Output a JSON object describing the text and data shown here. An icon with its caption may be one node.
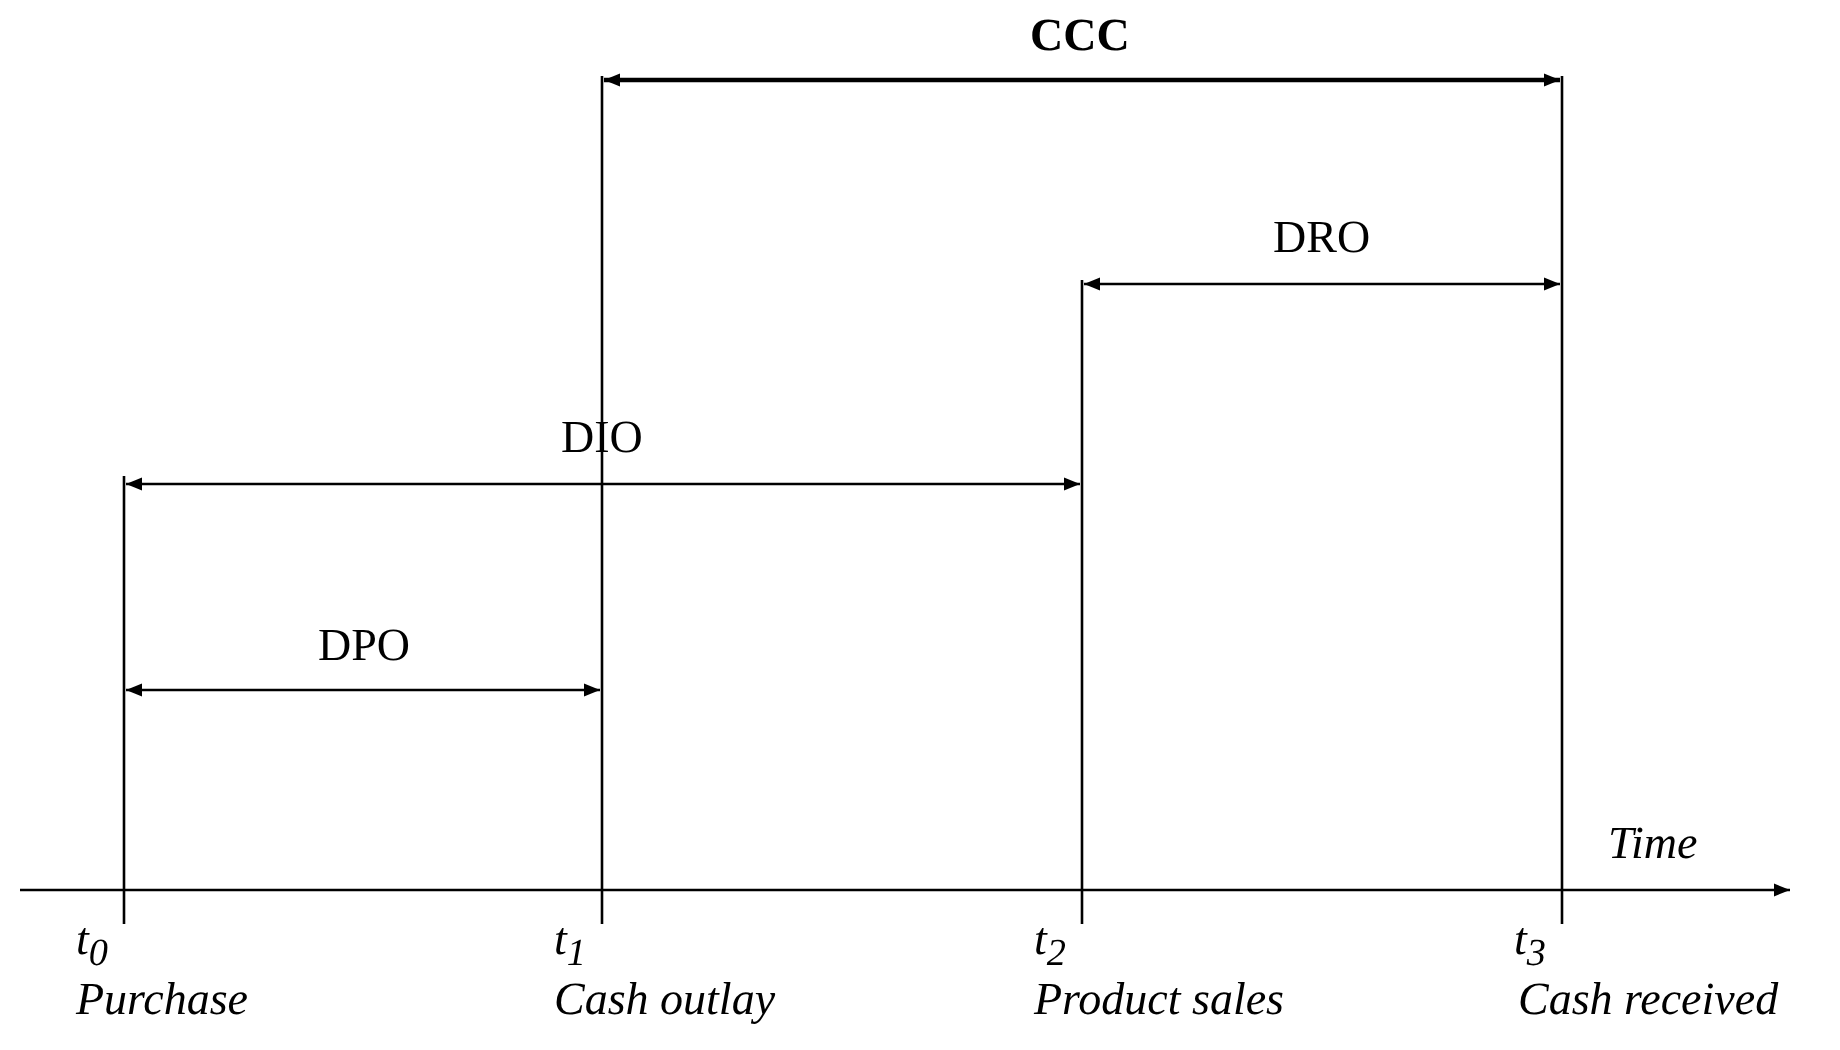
{
  "diagram": {
    "labels": [
      "CCC",
      "DRO",
      "DIO",
      "DPO",
      "Time",
      "t$_{0}$",
      "t$_{1}$",
      "t$_{2}$",
      "t$_{3}$",
      "Purchase",
      "Cash outlay",
      "Product sales",
      "Cash received"
    ]
  }
}
